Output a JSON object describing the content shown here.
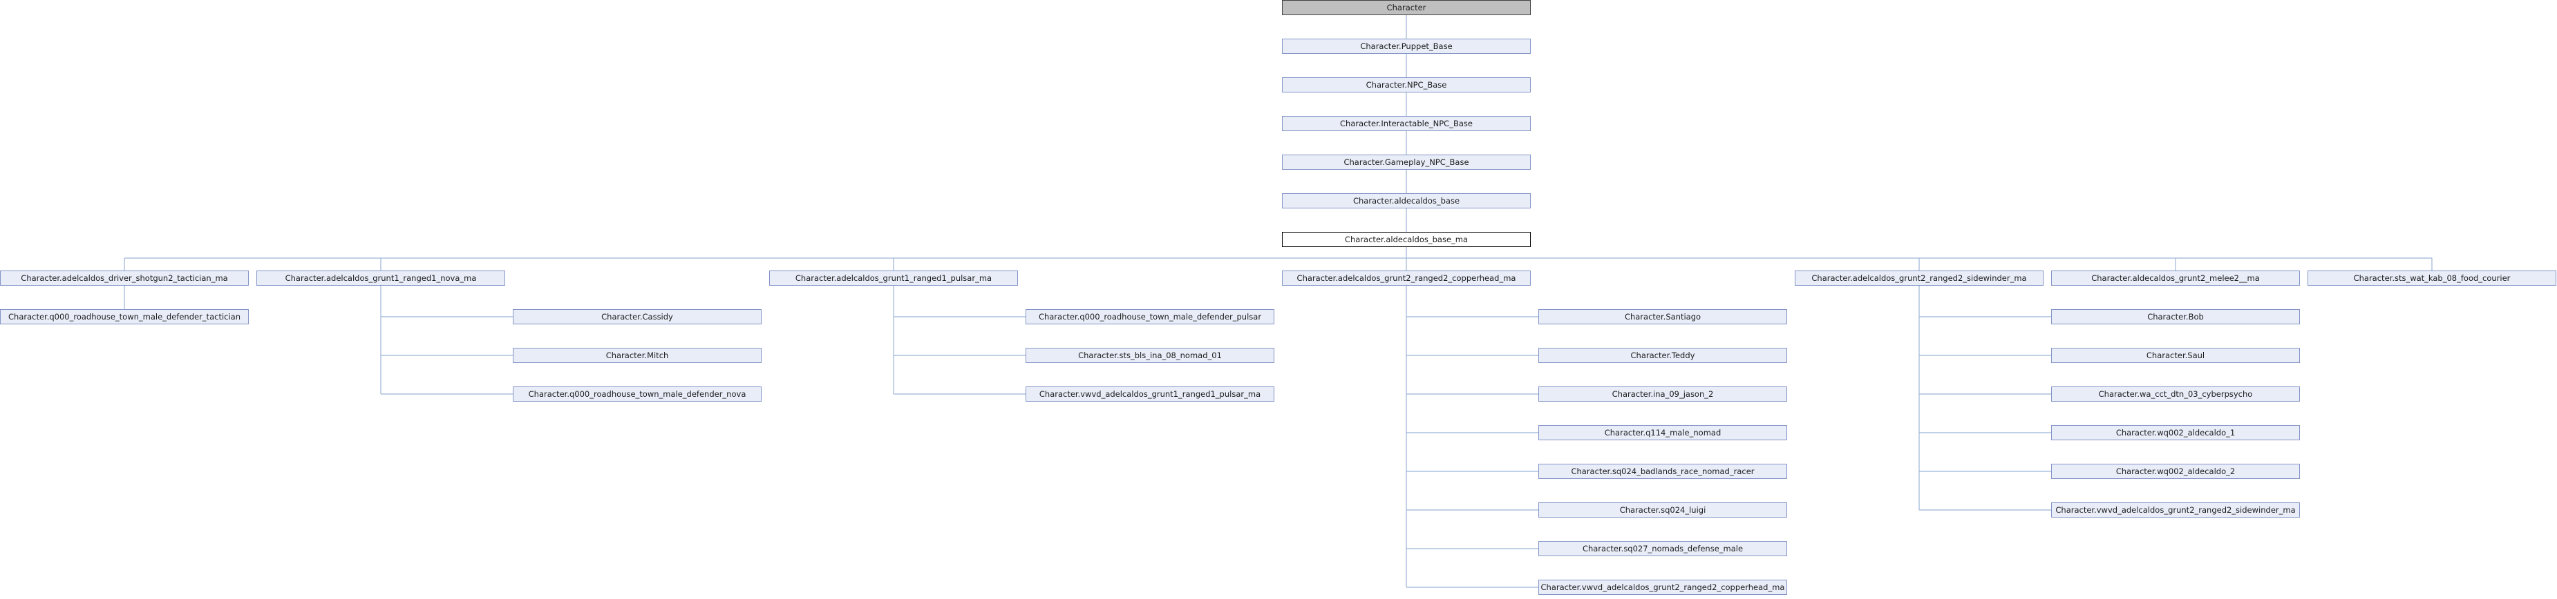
{
  "diagram": {
    "root": "Character",
    "chain": [
      "Character.Puppet_Base",
      "Character.NPC_Base",
      "Character.Interactable_NPC_Base",
      "Character.Gameplay_NPC_Base",
      "Character.aldecaldos_base",
      "Character.aldecaldos_base_ma"
    ],
    "branches": [
      {
        "label": "Character.adelcaldos_driver_shotgun2_tactician_ma",
        "children": [
          "Character.q000_roadhouse_town_male_defender_tactician"
        ]
      },
      {
        "label": "Character.adelcaldos_grunt1_ranged1_nova_ma",
        "children": [
          "Character.Cassidy",
          "Character.Mitch",
          "Character.q000_roadhouse_town_male_defender_nova"
        ]
      },
      {
        "label": "Character.adelcaldos_grunt1_ranged1_pulsar_ma",
        "children": [
          "Character.q000_roadhouse_town_male_defender_pulsar",
          "Character.sts_bls_ina_08_nomad_01",
          "Character.vwvd_adelcaldos_grunt1_ranged1_pulsar_ma"
        ]
      },
      {
        "label": "Character.adelcaldos_grunt2_ranged2_copperhead_ma",
        "children": [
          "Character.Santiago",
          "Character.Teddy",
          "Character.ina_09_jason_2",
          "Character.q114_male_nomad",
          "Character.sq024_badlands_race_nomad_racer",
          "Character.sq024_luigi",
          "Character.sq027_nomads_defense_male",
          "Character.vwvd_adelcaldos_grunt2_ranged2_copperhead_ma"
        ]
      },
      {
        "label": "Character.adelcaldos_grunt2_ranged2_sidewinder_ma",
        "children": [
          "Character.Bob",
          "Character.Saul",
          "Character.wa_cct_dtn_03_cyberpsycho",
          "Character.wq002_aldecaldo_1",
          "Character.wq002_aldecaldo_2",
          "Character.vwvd_adelcaldos_grunt2_ranged2_sidewinder_ma"
        ]
      },
      {
        "label": "Character.aldecaldos_grunt2_melee2__ma",
        "children": []
      },
      {
        "label": "Character.sts_wat_kab_08_food_courier",
        "children": []
      }
    ]
  }
}
